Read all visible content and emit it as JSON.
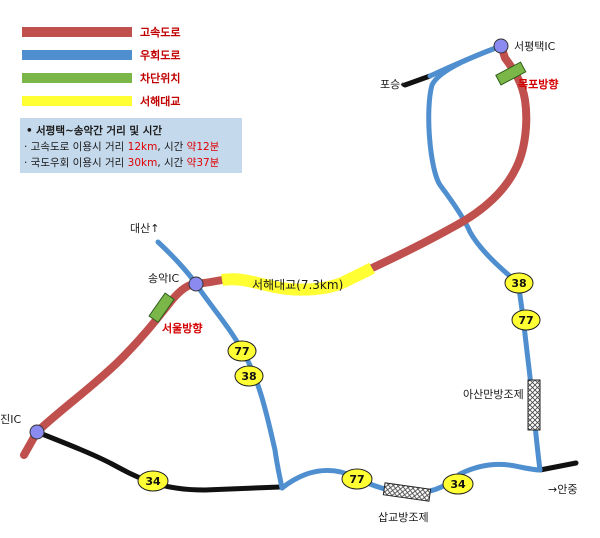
{
  "legend": {
    "expressway": {
      "label": "고속도로",
      "color": "#c0504d"
    },
    "detour": {
      "label": "우회도로",
      "color": "#4f8fcf"
    },
    "blockage": {
      "label": "차단위치",
      "color": "#7ab648"
    },
    "bridge": {
      "label": "서해대교",
      "color": "#ffff33"
    }
  },
  "info": {
    "title": "서평택~송악간 거리 및 시간",
    "line1": {
      "prefix": "· 고속도로 이용시 거리 ",
      "distance": "12km",
      "mid": ", 시간 ",
      "time": "약12분"
    },
    "line2": {
      "prefix": "· 국도우회 이용시 거리 ",
      "distance": "30km",
      "mid": ", 시간 ",
      "time": "약37분"
    }
  },
  "places": {
    "seopyeongtaek_ic": "서평택IC",
    "songak_ic": "송악IC",
    "dangjin_ic": "당진IC",
    "posung": "포승←",
    "daesan": "대산↑",
    "anjung": "→안중",
    "asan_bay_dam": "아산만방조제",
    "sapgyo_dam": "삽교방조제"
  },
  "directions": {
    "mokpo": "목포방향",
    "seoul": "서울방향"
  },
  "bridge_label": "서해대교(7.3km)",
  "route_badges": {
    "r38_east": "38",
    "r77_east": "77",
    "r77_west": "77",
    "r38_west": "38",
    "r34_west": "34",
    "r77_south": "77",
    "r34_south": "34"
  }
}
